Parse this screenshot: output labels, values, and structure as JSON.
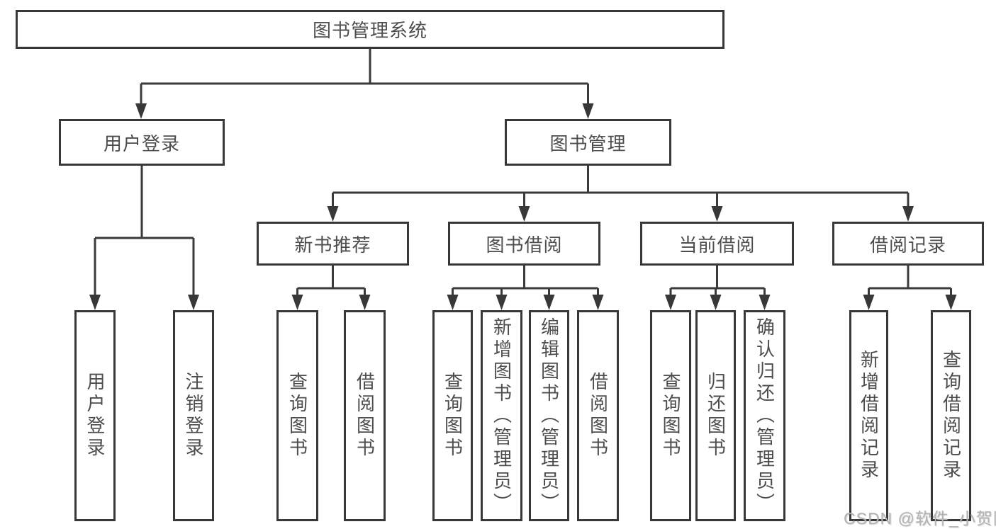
{
  "diagram": {
    "root": "图书管理系统",
    "branches": [
      {
        "label": "用户登录",
        "children": [
          "用户登录",
          "注销登录"
        ]
      },
      {
        "label": "图书管理",
        "groups": [
          {
            "label": "新书推荐",
            "children": [
              "查询图书",
              "借阅图书"
            ]
          },
          {
            "label": "图书借阅",
            "children": [
              "查询图书",
              "新增图书（管理员）",
              "编辑图书（管理员）",
              "借阅图书"
            ]
          },
          {
            "label": "当前借阅",
            "children": [
              "查询图书",
              "归还图书",
              "确认归还（管理员）"
            ]
          },
          {
            "label": "借阅记录",
            "children": [
              "新增借阅记录",
              "查询借阅记录"
            ]
          }
        ]
      }
    ]
  },
  "watermark": "CSDN @软件_小贺同学",
  "colors": {
    "line": "#3a3a3a",
    "box_border": "#383838",
    "text": "#4d4d4d",
    "watermark": "#b3b3b3",
    "background": "#ffffff"
  }
}
